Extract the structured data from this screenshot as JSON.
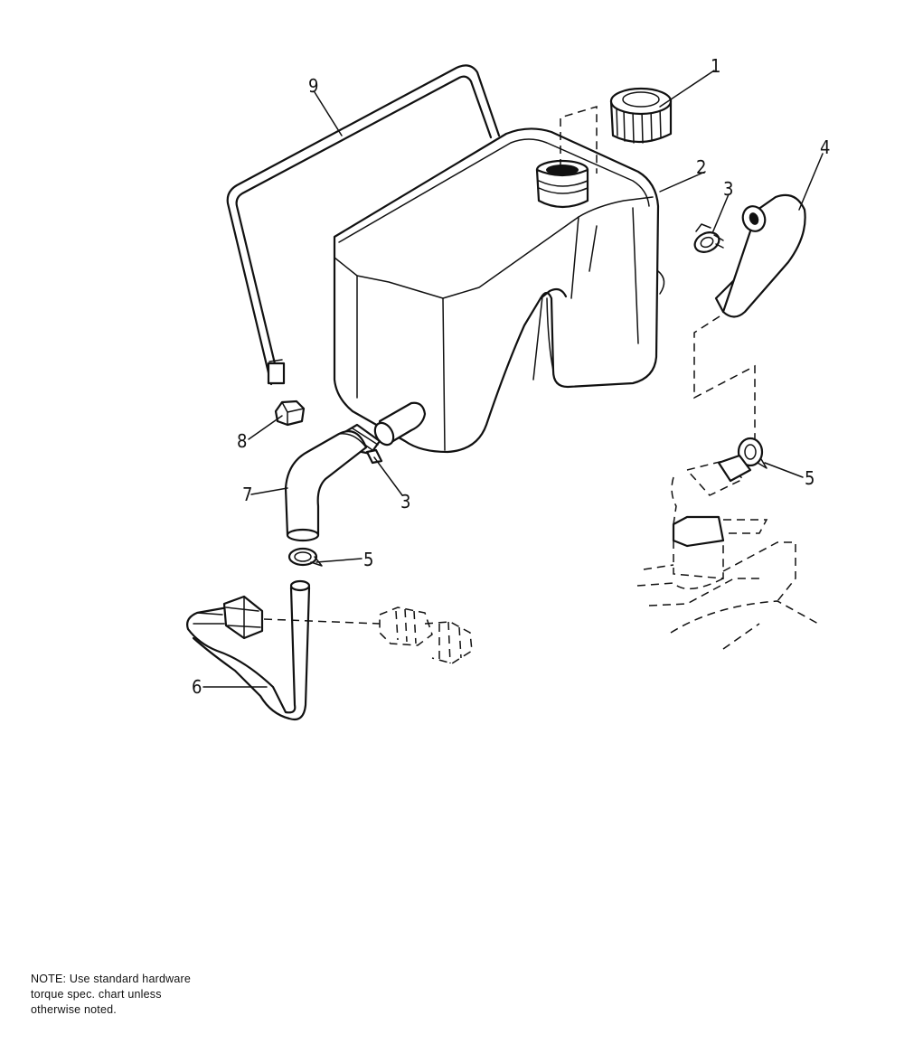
{
  "callouts": {
    "c1": "1",
    "c2": "2",
    "c3a": "3",
    "c3b": "3",
    "c4": "4",
    "c5a": "5",
    "c5b": "5",
    "c6": "6",
    "c7": "7",
    "c8": "8",
    "c9": "9"
  },
  "note": "NOTE: Use standard hardware\ntorque spec. chart unless\notherwise noted."
}
